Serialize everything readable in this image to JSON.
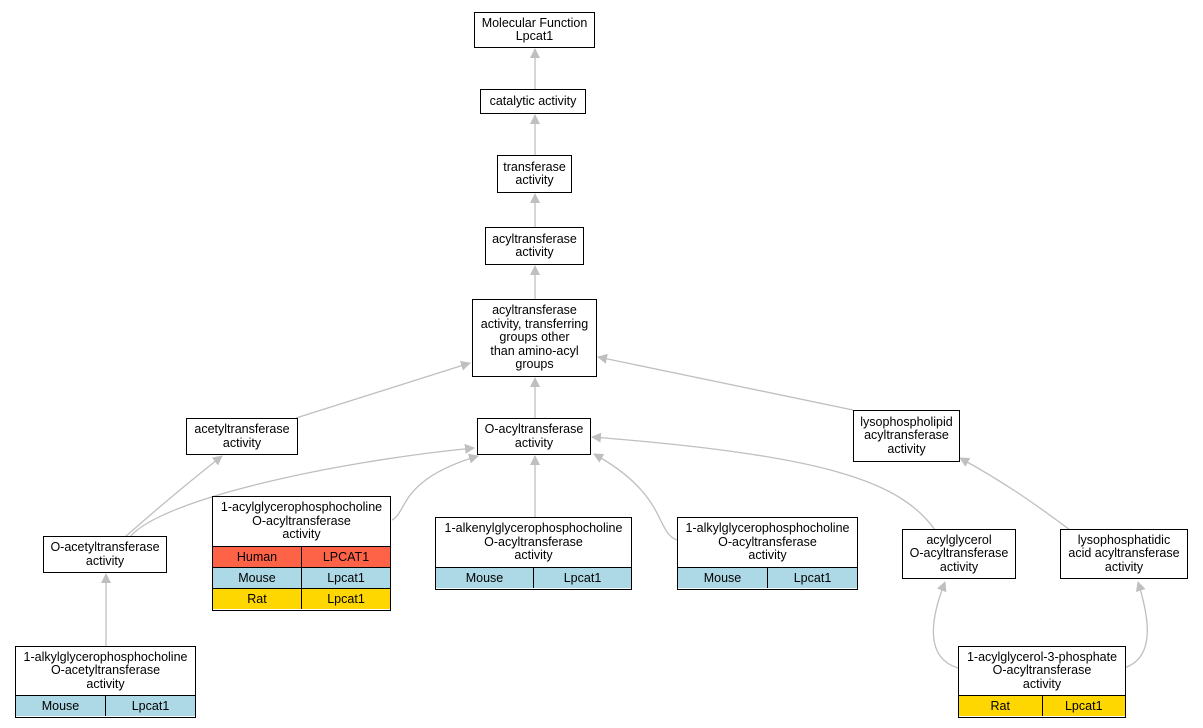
{
  "colors": {
    "edge": "#bfbfbf",
    "human": "#ff6347",
    "mouse": "#add8e6",
    "rat": "#ffd700"
  },
  "nodes": {
    "root": {
      "label": "Molecular Function\nLpcat1"
    },
    "catalytic": {
      "label": "catalytic activity"
    },
    "transferase": {
      "label": "transferase\nactivity"
    },
    "acyltransferase": {
      "label": "acyltransferase\nactivity"
    },
    "acyl_other": {
      "label": "acyltransferase\nactivity, transferring\ngroups other\nthan amino-acyl\ngroups"
    },
    "acetyltransferase": {
      "label": "acetyltransferase\nactivity"
    },
    "o_acyltransferase": {
      "label": "O-acyltransferase\nactivity"
    },
    "lysophospholipid": {
      "label": "lysophospholipid\nacyltransferase\nactivity"
    },
    "o_acetyltransferase": {
      "label": "O-acetyltransferase\nactivity"
    },
    "acylglycerophosphocholine": {
      "label": "1-acylglycerophosphocholine\nO-acyltransferase\nactivity",
      "rows": [
        {
          "species": "Human",
          "gene": "LPCAT1"
        },
        {
          "species": "Mouse",
          "gene": "Lpcat1"
        },
        {
          "species": "Rat",
          "gene": "Lpcat1"
        }
      ]
    },
    "alkenylglycerophosphocholine": {
      "label": "1-alkenylglycerophosphocholine\nO-acyltransferase\nactivity",
      "rows": [
        {
          "species": "Mouse",
          "gene": "Lpcat1"
        }
      ]
    },
    "alkylglycerophosphocholine_acyl": {
      "label": "1-alkylglycerophosphocholine\nO-acyltransferase\nactivity",
      "rows": [
        {
          "species": "Mouse",
          "gene": "Lpcat1"
        }
      ]
    },
    "acylglycerol": {
      "label": "acylglycerol\nO-acyltransferase\nactivity"
    },
    "lysophosphatidic": {
      "label": "lysophosphatidic\nacid acyltransferase\nactivity"
    },
    "alkylglycerophosphocholine_acetyl": {
      "label": "1-alkylglycerophosphocholine\nO-acetyltransferase\nactivity",
      "rows": [
        {
          "species": "Mouse",
          "gene": "Lpcat1"
        }
      ]
    },
    "acylglycerol_3_phosphate": {
      "label": "1-acylglycerol-3-phosphate\nO-acyltransferase\nactivity",
      "rows": [
        {
          "species": "Rat",
          "gene": "Lpcat1"
        }
      ]
    }
  }
}
